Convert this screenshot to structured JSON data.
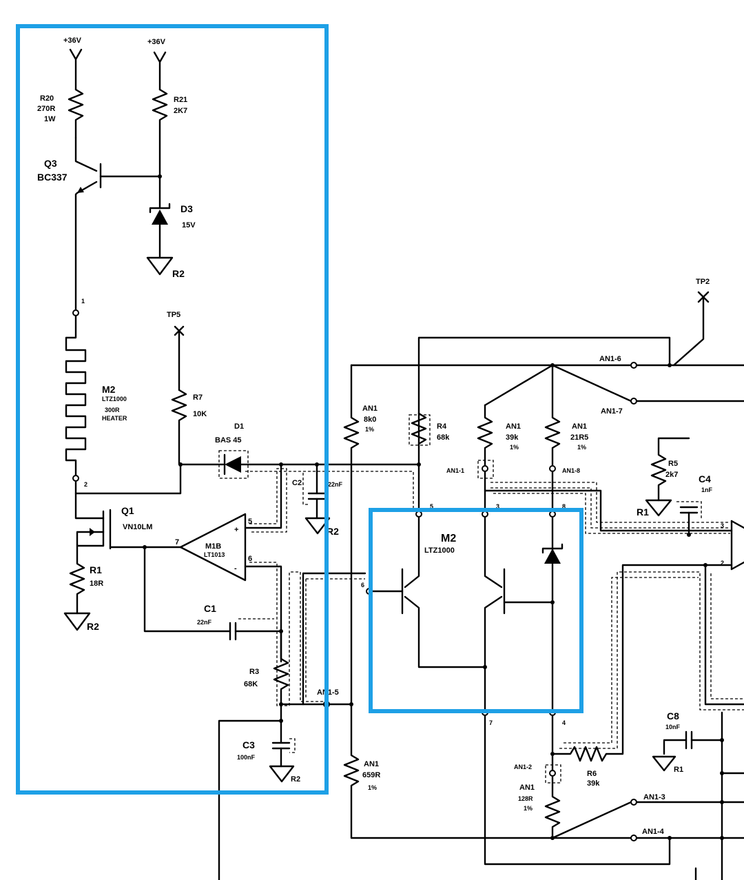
{
  "supply": {
    "left": "+36V",
    "right": "+36V"
  },
  "components": {
    "r20": {
      "name": "R20",
      "value": "270R",
      "rating": "1W"
    },
    "r21": {
      "name": "R21",
      "value": "2K7"
    },
    "q3": {
      "name": "Q3",
      "part": "BC337"
    },
    "d3": {
      "name": "D3",
      "value": "15V"
    },
    "ground_r2": "R2",
    "heater": {
      "pin1": "1",
      "pin2": "2",
      "name": "M2",
      "part": "LTZ1000",
      "value": "300R",
      "desc": "HEATER"
    },
    "tp5": "TP5",
    "r7": {
      "name": "R7",
      "value": "10K"
    },
    "d1": {
      "name": "D1",
      "part": "BAS 45"
    },
    "q1": {
      "name": "Q1",
      "part": "VN10LM"
    },
    "r1": {
      "name": "R1",
      "value": "18R"
    },
    "ground_r2_b": "R2",
    "m1b": {
      "name": "M1B",
      "part": "LT1013",
      "pin7": "7",
      "pin5": "5",
      "pin6": "6",
      "plus": "+",
      "minus": "-"
    },
    "c1": {
      "name": "C1",
      "value": "22nF"
    },
    "c2": {
      "name": "C2",
      "value": "22nF"
    },
    "ground_c2": "R2",
    "r3": {
      "name": "R3",
      "value": "68K"
    },
    "c3": {
      "name": "C3",
      "value": "100nF"
    },
    "ground_c3": "R2",
    "an1_5": "AN1-5",
    "an1_8k0": {
      "name": "AN1",
      "value": "8k0",
      "tol": "1%"
    },
    "r4": {
      "name": "R4",
      "value": "68k"
    },
    "an1_39k": {
      "name": "AN1",
      "value": "39k",
      "tol": "1%"
    },
    "an1_21r5": {
      "name": "AN1",
      "value": "21R5",
      "tol": "1%"
    },
    "an1_1": "AN1-1",
    "an1_8": "AN1-8",
    "an1_6": "AN1-6",
    "an1_7": "AN1-7",
    "tp2": "TP2",
    "r5": {
      "name": "R5",
      "value": "2k7"
    },
    "ground_r1": "R1",
    "c4": {
      "name": "C4",
      "value": "1nF"
    },
    "m2": {
      "name": "M2",
      "part": "LTZ1000",
      "pin3": "3",
      "pin4": "4",
      "pin5": "5",
      "pin6": "6",
      "pin7": "7",
      "pin8": "8"
    },
    "r6": {
      "name": "R6",
      "value": "39k"
    },
    "an1_2": "AN1-2",
    "an1_128r": {
      "name": "AN1",
      "value": "128R",
      "tol": "1%"
    },
    "an1_659r": {
      "name": "AN1",
      "value": "659R",
      "tol": "1%"
    },
    "an1_3": "AN1-3",
    "an1_4": "AN1-4",
    "c8": {
      "name": "C8",
      "value": "10nF"
    },
    "ground_c8": "R1",
    "opamp_right": {
      "pin3": "3",
      "pin2": "2"
    }
  },
  "colors": {
    "highlight": "#1ea0e6",
    "ink": "#000000",
    "paper": "#ffffff"
  }
}
